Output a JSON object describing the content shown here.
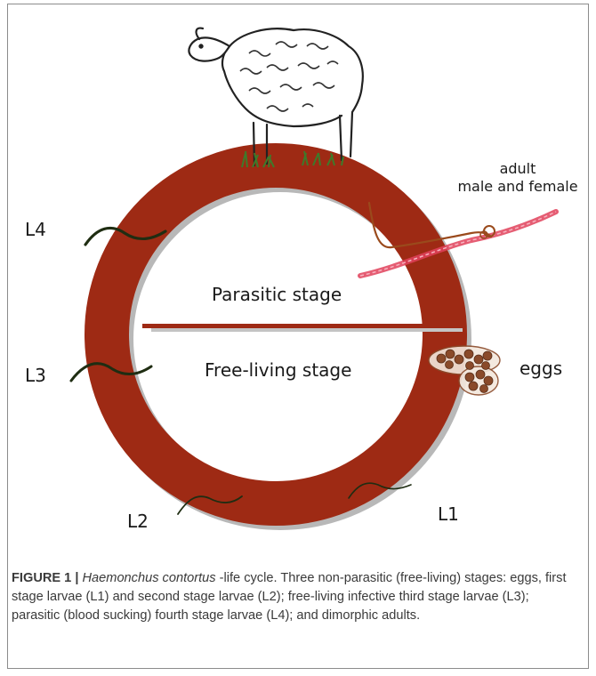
{
  "diagram": {
    "labels": {
      "adult_line1": "adult",
      "adult_line2": "male and female",
      "L4": "L4",
      "L3": "L3",
      "L2": "L2",
      "L1": "L1",
      "eggs": "eggs",
      "parasitic_stage": "Parasitic stage",
      "free_living_stage": "Free-living stage"
    },
    "colors": {
      "ring": "#9e2a14",
      "ring_shadow": "#b3b3b3",
      "larva": "#1f2d12",
      "egg": "#8a4a2a",
      "worm_female": "#e0415a",
      "worm_male": "#9a4a1c",
      "grass": "#3e7a2a"
    }
  },
  "caption": {
    "figure_label": "FIGURE 1 |",
    "species": "Haemonchus contortus",
    "text": " -life cycle. Three non-parasitic (free-living) stages: eggs, first stage larvae (L1) and second stage larvae (L2); free-living infective third stage larvae (L3); parasitic (blood sucking) fourth stage larvae (L4); and dimorphic adults."
  }
}
